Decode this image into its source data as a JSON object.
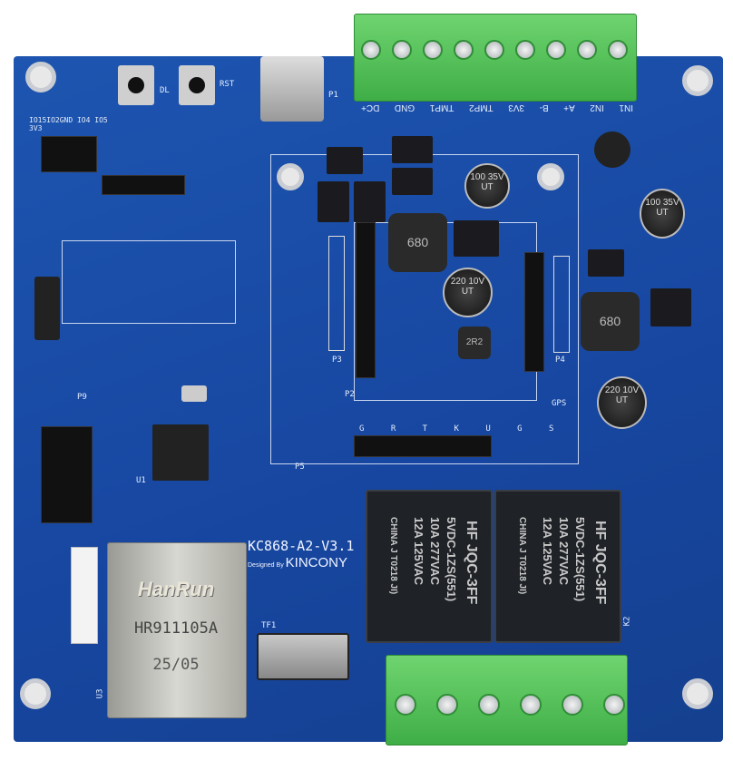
{
  "board": {
    "model": "KC868-A2-V3.1",
    "designer_prefix": "Designed By",
    "brand": "KINCONY"
  },
  "top_terminal_labels": [
    "DC+",
    "GND",
    "TMP1",
    "TMP2",
    "3V3",
    "B-",
    "A+",
    "IN2",
    "IN1"
  ],
  "ethernet": {
    "brand": "HanRun",
    "part": "HR911105A",
    "date": "25/05"
  },
  "relays": [
    {
      "brand": "HF",
      "model": "JQC-3FF",
      "coil": "5VDC-1ZS(551)",
      "rating1": "10A 277VAC",
      "rating2": "12A 125VAC",
      "origin": "CHINA J T0218 JI)"
    },
    {
      "brand": "HF",
      "model": "JQC-3FF",
      "coil": "5VDC-1ZS(551)",
      "rating1": "10A 277VAC",
      "rating2": "12A 125VAC",
      "origin": "CHINA J T0218 JI)"
    }
  ],
  "capacitors": [
    {
      "label": "100 35V UT"
    },
    {
      "label": "100 35V UT"
    },
    {
      "label": "220 10V UT"
    },
    {
      "label": "220 10V UT"
    }
  ],
  "inductors": [
    "680",
    "680",
    "2R2"
  ],
  "silkscreen": {
    "gps": "GPS",
    "p1": "P1",
    "p2": "P2",
    "p3": "P3",
    "p4": "P4",
    "p5": "P5",
    "p9": "P9",
    "tf1": "TF1",
    "u1": "U1",
    "u3": "U3",
    "k2": "K2",
    "rst": "RST",
    "dl": "DL",
    "io_header": "IO15IO2GND IO4 IO5 3V3",
    "gpio_row": "G R T K U G S"
  }
}
